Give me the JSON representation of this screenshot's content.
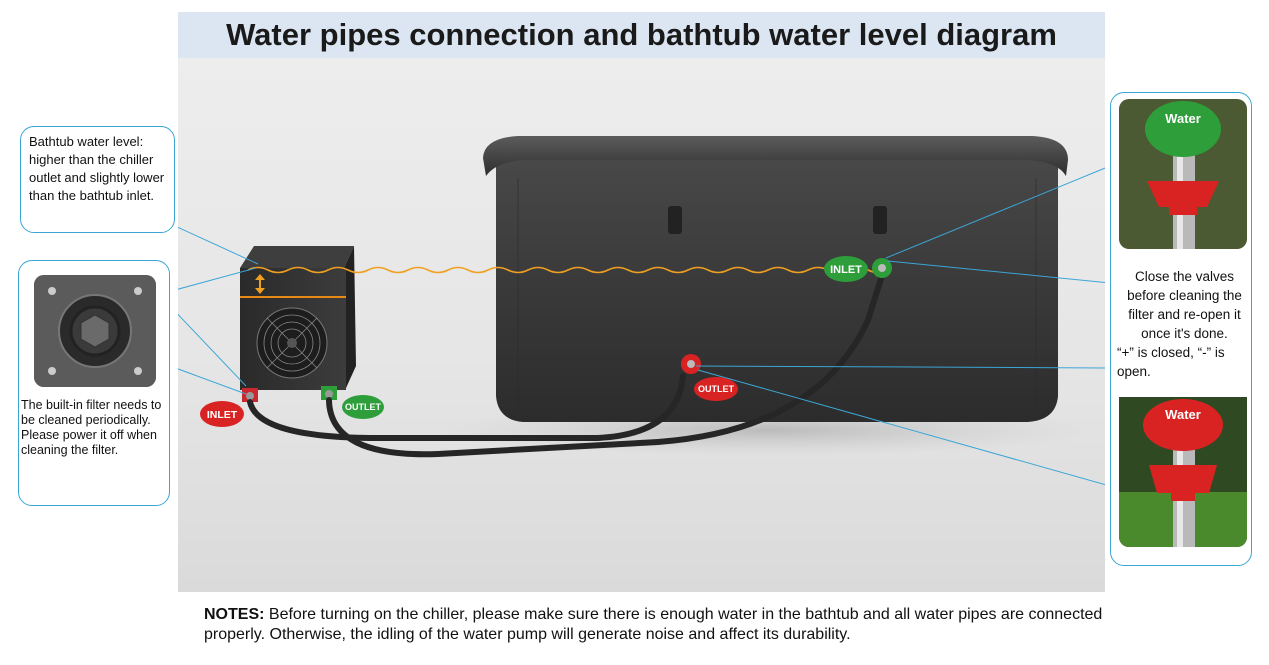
{
  "title": "Water pipes connection and bathtub water level diagram",
  "callouts": {
    "water_level": "Bathtub water level: higher than the chiller outlet and slightly lower than the bathtub inlet.",
    "filter": "The built-in filter needs to be cleaned periodically. Please power it off when cleaning the filter.",
    "valve": {
      "line1": "Close the valves before cleaning the filter and re-open it once it's done.",
      "line2": "“+” is closed, “-” is open."
    }
  },
  "labels": {
    "chiller_inlet": "INLET",
    "chiller_outlet": "OUTLET",
    "tub_inlet": "INLET",
    "tub_outlet": "OUTLET",
    "valve_word": "Water"
  },
  "notes": {
    "prefix": "NOTES:",
    "text": "Before turning on the chiller, please make sure there is enough water in the bathtub and all water pipes are connected properly. Otherwise, the idling of the water pump will generate noise and affect its durability."
  },
  "colors": {
    "callout_border": "#3ba6d6",
    "water_line": "#f0a020",
    "inlet_green": "#2e9e3a",
    "outlet_red": "#d92323",
    "title_bg": "#dce6f2"
  }
}
